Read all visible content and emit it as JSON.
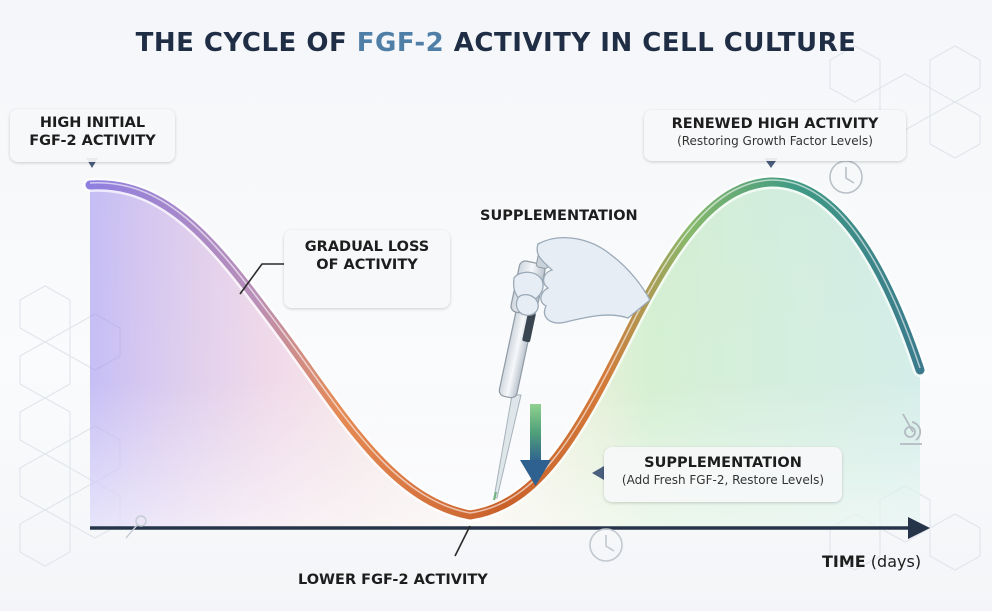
{
  "title": {
    "prefix": "THE CYCLE OF ",
    "accent": "FGF-2",
    "suffix": " ACTIVITY IN CELL CULTURE"
  },
  "labels": {
    "high_initial": {
      "line1": "HIGH INITIAL",
      "line2": "FGF-2 ACTIVITY"
    },
    "gradual_loss": {
      "line1": "GRADUAL LOSS",
      "line2": "OF ACTIVITY"
    },
    "supplementation_top": "SUPPLEMENTATION",
    "renewed_high": {
      "main": "RENEWED HIGH ACTIVITY",
      "sub": "(Restoring Growth Factor Levels)"
    },
    "supplementation_box": {
      "main": "SUPPLEMENTATION",
      "sub": "(Add Fresh FGF-2, Restore Levels)"
    },
    "lower_activity": "LOWER FGF-2 ACTIVITY"
  },
  "axis": {
    "time_bold": "TIME",
    "time_unit": " (days)"
  },
  "colors": {
    "title": "#1f2e45",
    "accent": "#4f7fa6",
    "axis": "#26344a",
    "curve_start": "#8f7fe0",
    "curve_low": "#d9702f",
    "curve_end": "#3f8f86",
    "arrow_green": "#5fae6c",
    "arrow_blue": "#3c6f96"
  },
  "icons": [
    "pipette-icon",
    "glove-hand-icon",
    "down-arrow-icon",
    "clock-icon",
    "microscope-icon",
    "hexagon-pattern"
  ]
}
